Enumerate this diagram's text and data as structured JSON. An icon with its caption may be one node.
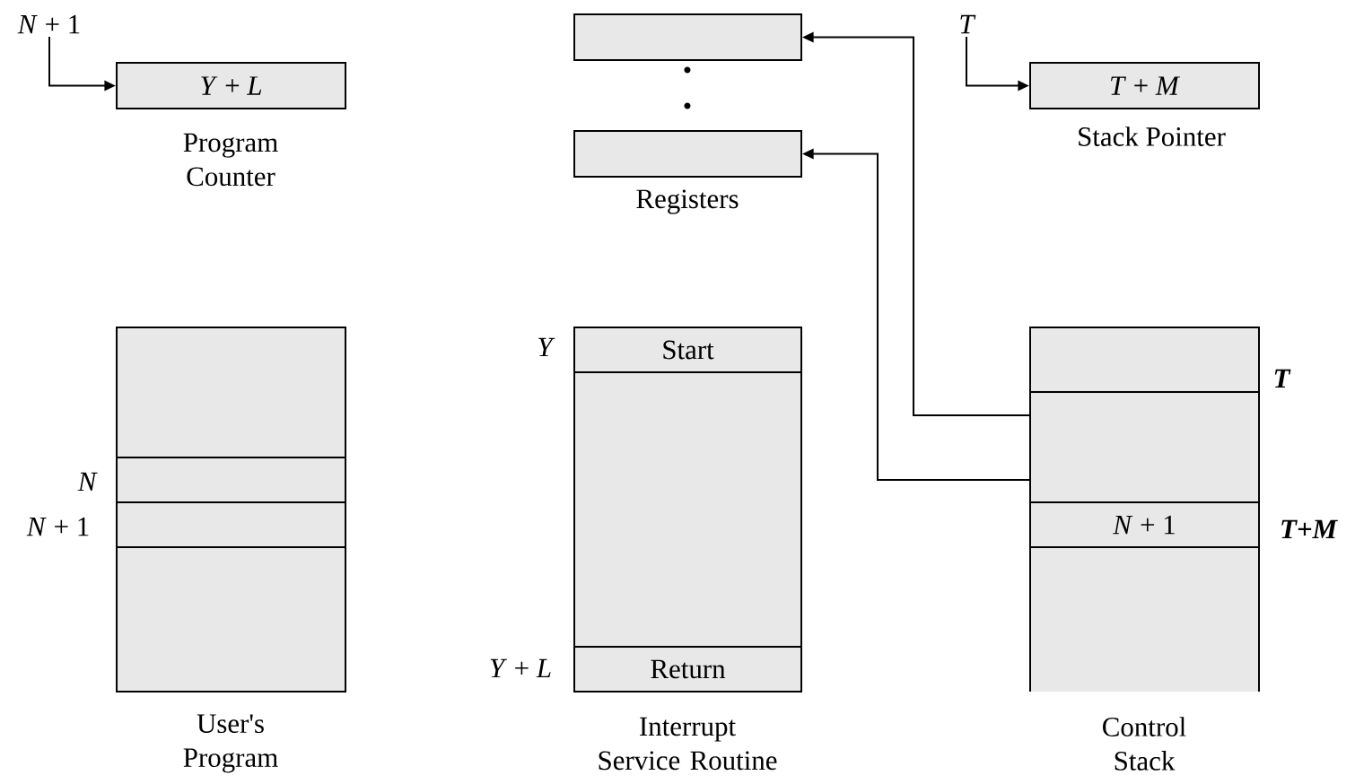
{
  "diagram": {
    "nodes": [
      {
        "text": [
          "*N* + 1"
        ]
      },
      {
        "text": [
          "*Y* + *L*"
        ],
        "beside": [
          "Program Counter"
        ]
      },
      {
        "text": [],
        "shape": "box"
      },
      {
        "text": [],
        "shape": "box",
        "beside": [
          "Registers"
        ]
      },
      {
        "text": [
          "T"
        ]
      },
      {
        "text": [
          "*T* + *M*"
        ],
        "beside": [
          "Stack Pointer"
        ]
      },
      {
        "text": [],
        "shape": "box",
        "beside": [
          "User's Program"
        ]
      },
      {
        "text": [],
        "shape": "box",
        "beside": [
          "Interrupt Service Routine"
        ]
      },
      {
        "text": [
          "Start"
        ],
        "in": 7,
        "beside": [
          "Y"
        ]
      },
      {
        "text": [
          "Return"
        ],
        "in": 7,
        "beside": [
          "*Y* + *L*"
        ]
      },
      {
        "text": [],
        "shape": "box",
        "beside": [
          "Control Stack"
        ]
      },
      {
        "text": [],
        "shape": "box",
        "in": 10
      },
      {
        "text": [
          "*N* + 1"
        ],
        "in": 10,
        "beside": [
          "T+M"
        ]
      }
    ],
    "edges": [
      {
        "from": 0,
        "to": 1,
        "arrow": "to"
      },
      {
        "from": 4,
        "to": 5,
        "arrow": "to"
      },
      {
        "from": 11,
        "to": 2,
        "arrow": "to"
      },
      {
        "from": 11,
        "to": 3,
        "arrow": "to"
      }
    ],
    "labels": [
      "N",
      "*N* + 1",
      "T"
    ]
  }
}
